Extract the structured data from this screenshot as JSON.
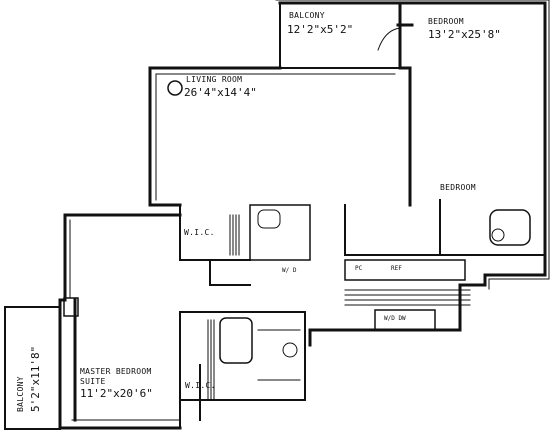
{
  "rooms": {
    "balcony_top": {
      "name": "BALCONY",
      "dims": "12'2\"x5'2\""
    },
    "bedroom": {
      "name": "BEDROOM",
      "dims": "13'2\"x25'8\""
    },
    "living_room": {
      "name": "LIVING ROOM",
      "dims": "26'4\"x14'4\""
    },
    "bedroom_right": {
      "name": "BEDROOM"
    },
    "wic_upper": {
      "name": "W.I.C."
    },
    "master": {
      "name_line1": "MASTER BEDROOM",
      "name_line2": "SUITE",
      "dims": "11'2\"x20'6\""
    },
    "wic_lower": {
      "name": "W.I.C."
    },
    "balcony_left": {
      "name": "BALCONY",
      "dims": "5'2\"x11'8\""
    }
  },
  "appliances": {
    "wd_upper": "W/ D",
    "pc": "PC",
    "ref": "REF",
    "wd_lower": "W/D DW"
  },
  "colors": {
    "ink": "#111111",
    "paper": "#ffffff"
  }
}
